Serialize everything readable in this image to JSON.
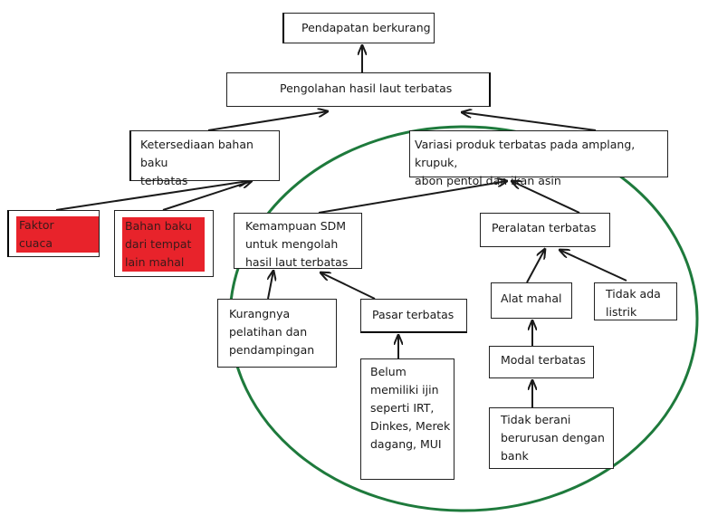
{
  "nodes": {
    "pendapatan": "Pendapatan berkurang",
    "pengolahan": "Pengolahan hasil laut terbatas",
    "ketersediaan": "Ketersediaan bahan baku\nterbatas",
    "variasi": "Variasi produk terbatas pada amplang, krupuk,\nabon pentol dan ikan asin",
    "faktor_cuaca": "Faktor cuaca",
    "bahan_baku": "Bahan baku\ndari tempat\nlain mahal",
    "kemampuan_sdm": "Kemampuan SDM\nuntuk mengolah\nhasil laut terbatas",
    "peralatan": "Peralatan terbatas",
    "kurangnya": "Kurangnya\npelatihan dan\npendampingan",
    "pasar": "Pasar terbatas",
    "alat_mahal": "Alat mahal",
    "tidak_listrik": "Tidak ada\nlistrik",
    "belum_ijin": "Belum\nmemiliki ijin\nseperti IRT,\nDinkes, Merek\ndagang, MUI",
    "modal": "Modal terbatas",
    "tidak_bank": "Tidak berani\nberurusan dengan\nbank"
  },
  "colors": {
    "highlight": "#e8232b",
    "ellipse": "#1e7a3c",
    "line": "#1a1a1a"
  }
}
